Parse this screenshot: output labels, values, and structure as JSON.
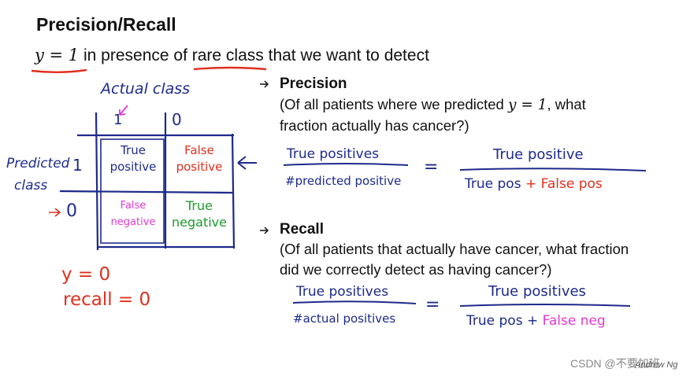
{
  "slide": {
    "title": "Precision/Recall",
    "subtitle_math": "y = 1",
    "subtitle_text": " in presence of rare class that we want to detect"
  },
  "precision": {
    "heading": "Precision",
    "desc_line1_pre": "(Of all patients where we predicted ",
    "desc_line1_math": "y = 1",
    "desc_line1_post": ", what",
    "desc_line2": "fraction actually has cancer?)",
    "formula_num": "True positives",
    "formula_den": "#predicted positive",
    "rhs_num": "True positive",
    "rhs_den_a": "True pos",
    "rhs_den_plus": "+",
    "rhs_den_b": "False pos",
    "equals": "="
  },
  "recall": {
    "heading": "Recall",
    "desc_line1": "(Of all patients that actually have cancer, what fraction",
    "desc_line2": "did we correctly detect as having cancer?)",
    "formula_num": "True positives",
    "formula_den": "#actual positives",
    "rhs_num": "True positives",
    "rhs_den_a": "True pos",
    "rhs_den_plus": "+",
    "rhs_den_b": "False neg",
    "equals": "="
  },
  "matrix": {
    "actual_label": "Actual class",
    "predicted_label_1": "Predicted",
    "predicted_label_2": "class",
    "col1": "1",
    "col0": "0",
    "row1": "1",
    "row0": "0",
    "tp": "True positive",
    "fp": "False positive",
    "fn": "False negative",
    "tn": "True negative"
  },
  "notes": {
    "y_eq_0": "y = 0",
    "recall_eq_0": "recall = 0"
  },
  "watermark": "CSDN @不要加班",
  "signature": "Andrew Ng",
  "colors": {
    "ink_navy": "#1e2a8c",
    "ink_red": "#e0301e",
    "ink_magenta": "#e23ad2",
    "ink_green": "#1f9a2e"
  }
}
